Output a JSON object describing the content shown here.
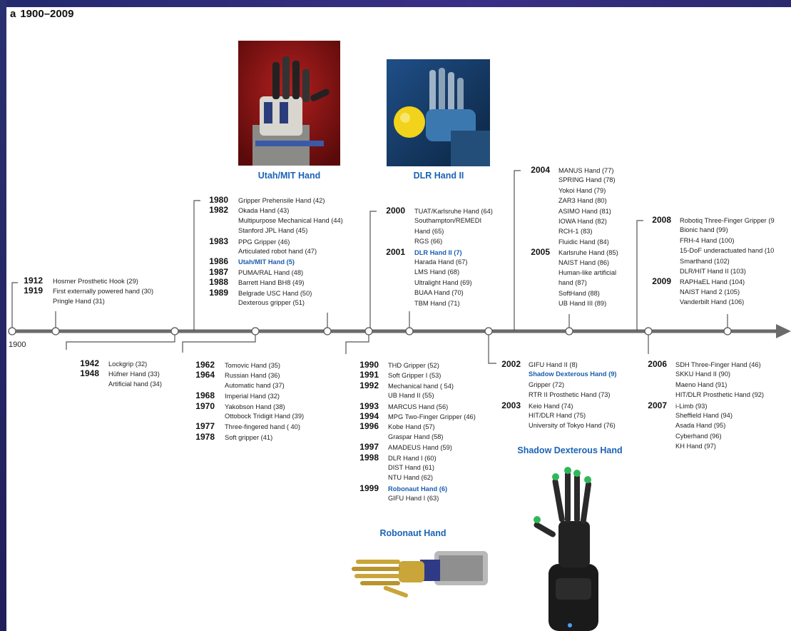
{
  "heading": {
    "letter": "a",
    "range": "1900–2009"
  },
  "axis": {
    "start_label": "1900"
  },
  "captions": {
    "utah": "Utah/MIT Hand",
    "dlr": "DLR Hand II",
    "shadow": "Shadow Dexterous Hand",
    "robonaut": "Robonaut Hand"
  },
  "groups": [
    {
      "id": "g1912",
      "entries": [
        {
          "year": "1912",
          "items": [
            "Hosmer Prosthetic Hook (29)"
          ]
        },
        {
          "year": "1919",
          "items": [
            "First externally powered hand (30)",
            "Pringle Hand (31)"
          ]
        }
      ]
    },
    {
      "id": "g1942",
      "entries": [
        {
          "year": "1942",
          "items": [
            "Lockgrip (32)"
          ]
        },
        {
          "year": "1948",
          "items": [
            "Hüfner Hand (33)",
            "Artificial hand (34)"
          ]
        }
      ]
    },
    {
      "id": "g1962",
      "entries": [
        {
          "year": "1962",
          "items": [
            "Tomovic Hand (35)"
          ]
        },
        {
          "year": "1964",
          "items": [
            "Russian Hand (36)",
            "Automatic hand (37)"
          ]
        },
        {
          "year": "1968",
          "items": [
            "Imperial Hand (32)"
          ]
        },
        {
          "year": "1970",
          "items": [
            "Yakobson Hand (38)",
            "Ottobock Tridigit Hand (39)"
          ]
        },
        {
          "year": "1977",
          "items": [
            "Three-fingered hand ( 40)"
          ]
        },
        {
          "year": "1978",
          "items": [
            "Soft gripper (41)"
          ]
        }
      ]
    },
    {
      "id": "g1980",
      "entries": [
        {
          "year": "1980",
          "items": [
            "Gripper Prehensile Hand (42)"
          ]
        },
        {
          "year": "1982",
          "items": [
            "Okada Hand (43)",
            "Multipurpose Mechanical Hand (44)",
            "Stanford JPL Hand (45)"
          ]
        },
        {
          "year": "1983",
          "items": [
            "PPG Gripper (46)",
            "Articulated robot hand (47)"
          ]
        },
        {
          "year": "1986",
          "items": [
            "Utah/MIT Hand (5)"
          ],
          "highlight": true
        },
        {
          "year": "1987",
          "items": [
            "PUMA/RAL Hand (48)"
          ]
        },
        {
          "year": "1988",
          "items": [
            "Barrett Hand BH8 (49)"
          ]
        },
        {
          "year": "1989",
          "items": [
            "Belgrade USC Hand (50)",
            "Dexterous gripper (51)"
          ]
        }
      ]
    },
    {
      "id": "g1990",
      "entries": [
        {
          "year": "1990",
          "items": [
            "THD Gripper (52)"
          ]
        },
        {
          "year": "1991",
          "items": [
            "Soft Gripper I (53)"
          ]
        },
        {
          "year": "1992",
          "items": [
            "Mechanical hand ( 54)",
            "UB Hand II (55)"
          ]
        },
        {
          "year": "1993",
          "items": [
            "MARCUS Hand (56)"
          ]
        },
        {
          "year": "1994",
          "items": [
            "MPG Two-Finger Gripper (46)"
          ]
        },
        {
          "year": "1996",
          "items": [
            "Kobe Hand (57)",
            "Graspar Hand (58)"
          ]
        },
        {
          "year": "1997",
          "items": [
            "AMADEUS Hand (59)"
          ]
        },
        {
          "year": "1998",
          "items": [
            "DLR Hand I (60)",
            "DIST Hand (61)",
            "NTU Hand (62)"
          ]
        },
        {
          "year": "1999",
          "items": [
            "Robonaut Hand (6)"
          ],
          "highlight": true
        },
        {
          "year": "",
          "items": [
            "GIFU Hand I (63)"
          ]
        }
      ]
    },
    {
      "id": "g2000",
      "entries": [
        {
          "year": "2000",
          "items": [
            "TUAT/Karlsruhe Hand (64)",
            "Southampton/REMEDI",
            "Hand (65)",
            "RGS (66)"
          ]
        },
        {
          "year": "2001",
          "items": [
            "DLR Hand II (7)"
          ],
          "highlight": true
        },
        {
          "year": "",
          "items": [
            "Harada Hand (67)",
            "LMS Hand (68)",
            "Ultralight Hand (69)",
            "BUAA Hand (70)",
            "TBM Hand (71)"
          ]
        }
      ]
    },
    {
      "id": "g2002",
      "entries": [
        {
          "year": "2002",
          "items": [
            "GIFU Hand II (8)"
          ]
        },
        {
          "year": "",
          "items": [
            "Shadow Dexterous Hand (9)"
          ],
          "highlight": true
        },
        {
          "year": "",
          "items": [
            "Gripper (72)",
            "RTR II Prosthetic Hand (73)"
          ]
        },
        {
          "year": "2003",
          "items": [
            "Keio Hand (74)",
            "HIT/DLR Hand (75)",
            "University of Tokyo Hand (76)"
          ]
        }
      ]
    },
    {
      "id": "g2004",
      "entries": [
        {
          "year": "2004",
          "items": [
            "MANUS Hand (77)",
            "SPRING Hand (78)",
            "Yokoi Hand (79)",
            "ZAR3 Hand (80)",
            "ASIMO Hand (81)",
            "IOWA Hand (82)",
            "RCH-1 (83)",
            "Fluidic Hand (84)"
          ]
        },
        {
          "year": "2005",
          "items": [
            "Karlsruhe Hand (85)",
            "NAIST Hand (86)",
            "Human-like artificial",
            "hand (87)",
            "SoftHand (88)",
            "UB Hand III (89)"
          ]
        }
      ]
    },
    {
      "id": "g2006",
      "entries": [
        {
          "year": "2006",
          "items": [
            "SDH Three-Finger Hand (46)",
            "SKKU Hand II (90)",
            "Maeno Hand (91)",
            "HIT/DLR Prosthetic Hand (92)"
          ]
        },
        {
          "year": "2007",
          "items": [
            "i-Limb (93)",
            "Sheffield Hand (94)",
            "Asada Hand (95)",
            "Cyberhand (96)",
            "KH Hand (97)"
          ]
        }
      ]
    },
    {
      "id": "g2008",
      "entries": [
        {
          "year": "2008",
          "items": [
            "Robotiq Three-Finger Gripper (9",
            "Bionic hand (99)",
            "FRH-4 Hand (100)",
            "15-DoF underactuated hand (10",
            "Smarthand (102)",
            "DLR/HIT Hand II (103)"
          ]
        },
        {
          "year": "2009",
          "items": [
            "RAPHaEL Hand (104)",
            "NAIST Hand 2 (105)",
            "Vanderbilt Hand (106)"
          ]
        }
      ]
    }
  ]
}
